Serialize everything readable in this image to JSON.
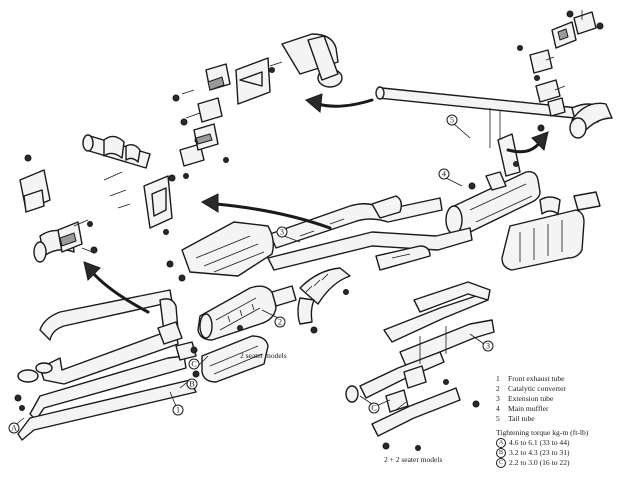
{
  "legend": {
    "parts": [
      {
        "key": "1",
        "name": "Front exhaust tube"
      },
      {
        "key": "2",
        "name": "Catalytic converter"
      },
      {
        "key": "3",
        "name": "Extension tube"
      },
      {
        "key": "4",
        "name": "Main muffler"
      },
      {
        "key": "5",
        "name": "Tail tube"
      }
    ],
    "torque_title": "Tightening torque  kg-m (ft-lb)",
    "torques": [
      {
        "key": "A",
        "value": "4.6 to 6.1 (33 to 44)"
      },
      {
        "key": "B",
        "value": "3.2 to 4.3 (23 to 31)"
      },
      {
        "key": "C",
        "value": "2.2 to 3.0 (16 to 22)"
      }
    ]
  },
  "captions": {
    "two_seater": "2 seater models",
    "two_plus_two": "2 + 2 seater models"
  },
  "callouts": {
    "n1": "1",
    "n2": "2",
    "n3": "3",
    "n4": "4",
    "n5": "5",
    "a": "A",
    "b": "B",
    "c": "C"
  }
}
